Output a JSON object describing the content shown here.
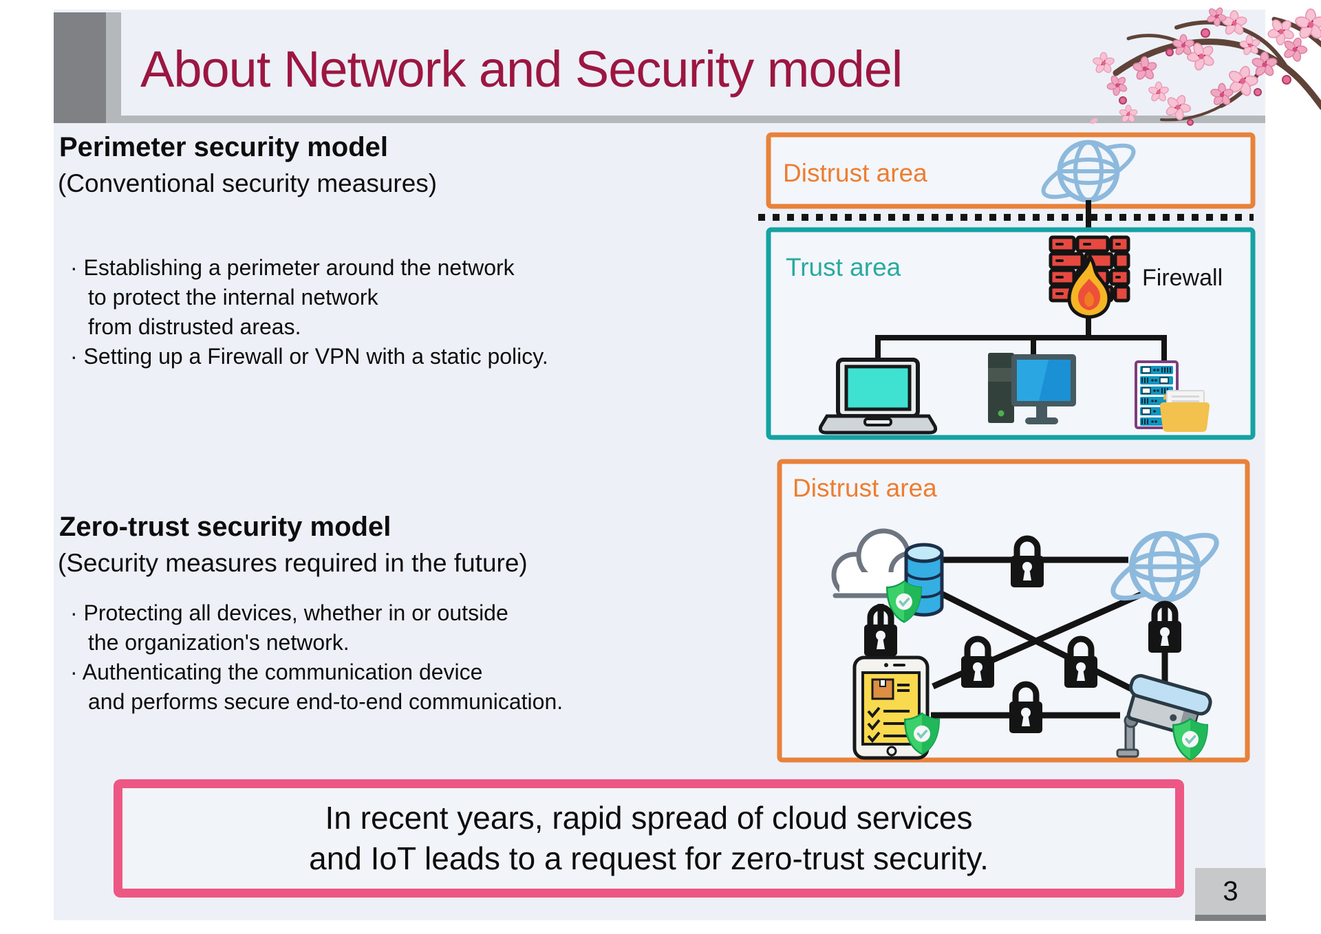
{
  "slide": {
    "title": "About Network and Security model",
    "page_number": "3",
    "sections": [
      {
        "heading": "Perimeter security model",
        "subheading": "(Conventional security measures)",
        "lines": [
          "· Establishing a perimeter around the network",
          "to protect the internal network",
          "from distrusted areas.",
          "· Setting up a Firewall or VPN with a static policy."
        ]
      },
      {
        "heading": "Zero-trust security model",
        "subheading": "(Security measures required in the future)",
        "lines": [
          "· Protecting all devices, whether in or outside",
          "the organization's network.",
          "· Authenticating the communication device",
          "and performs secure end-to-end communication."
        ]
      }
    ],
    "diagrams": {
      "perimeter": {
        "distrust_label": "Distrust area",
        "trust_label": "Trust area",
        "firewall_label": "Firewall",
        "icons": [
          "internet-globe",
          "firewall-bricks-flame",
          "laptop",
          "desktop-pc",
          "server-rack",
          "folder"
        ]
      },
      "zero_trust": {
        "distrust_label": "Distrust area",
        "icons": [
          "cloud-database",
          "internet-globe",
          "tablet-checklist",
          "cctv-camera",
          "padlock",
          "shield-check"
        ]
      }
    },
    "callout": {
      "line1": "In recent years, rapid spread of cloud services",
      "line2": "and IoT leads to a request for zero-trust security."
    },
    "colors": {
      "title": "#9c1642",
      "slide_bg": "#edf1f7",
      "orange_border": "#e8823a",
      "orange_text": "#ed7d31",
      "teal_border": "#14a2a2",
      "teal_text": "#2aa9a1",
      "pink_border": "#ec5784",
      "gray_dark": "#7f8184",
      "gray_light": "#b5b8bb"
    }
  }
}
